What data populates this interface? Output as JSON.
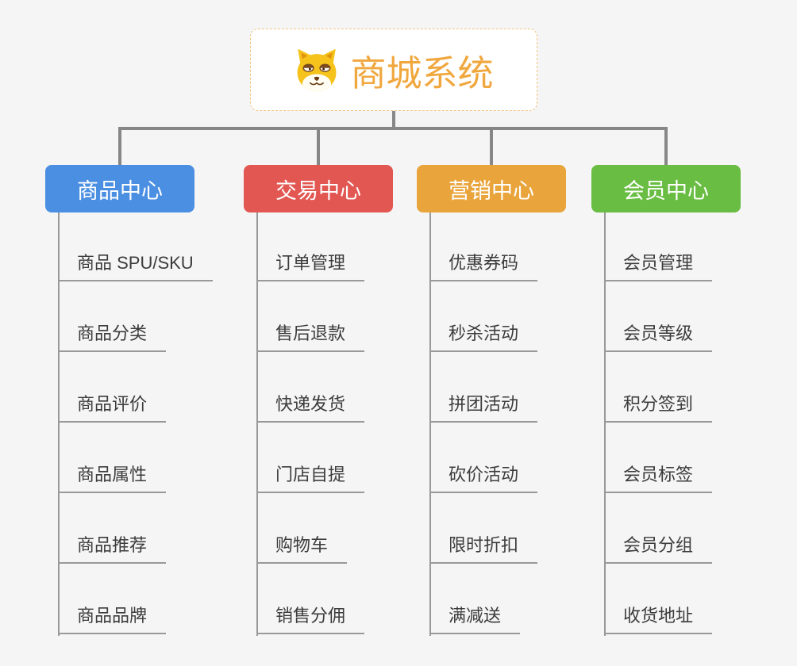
{
  "colors": {
    "background": "#f5f5f6",
    "connector": "#878787",
    "leaf_line": "#999999",
    "leaf_text": "#3c3c3c",
    "root_text": "#f0a73e",
    "root_border": "#f3c27d"
  },
  "root": {
    "title": "商城系统",
    "icon": "shiba-dog-icon"
  },
  "branches": [
    {
      "label": "商品中心",
      "color": "#4b8fe2",
      "children": [
        "商品 SPU/SKU",
        "商品分类",
        "商品评价",
        "商品属性",
        "商品推荐",
        "商品品牌"
      ]
    },
    {
      "label": "交易中心",
      "color": "#e25752",
      "children": [
        "订单管理",
        "售后退款",
        "快递发货",
        "门店自提",
        "购物车",
        "销售分佣"
      ]
    },
    {
      "label": "营销中心",
      "color": "#e9a43b",
      "children": [
        "优惠券码",
        "秒杀活动",
        "拼团活动",
        "砍价活动",
        "限时折扣",
        "满减送"
      ]
    },
    {
      "label": "会员中心",
      "color": "#69bd42",
      "children": [
        "会员管理",
        "会员等级",
        "积分签到",
        "会员标签",
        "会员分组",
        "收货地址"
      ]
    }
  ]
}
